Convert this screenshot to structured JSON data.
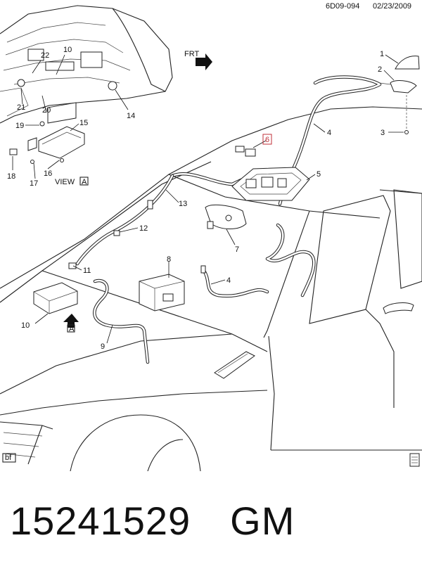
{
  "header": {
    "drawing_id": "6D09-094",
    "date": "02/23/2009"
  },
  "callouts": {
    "c1": "1",
    "c2": "2",
    "c3": "3",
    "c4a": "4",
    "c4b": "4",
    "c5": "5",
    "c6": "6",
    "c7": "7",
    "c8": "8",
    "c9": "9",
    "c10a": "10",
    "c10b": "10",
    "c11": "11",
    "c12": "12",
    "c13": "13",
    "c14": "14",
    "c15": "15",
    "c16": "16",
    "c17": "17",
    "c18": "18",
    "c19": "19",
    "c20": "20",
    "c21": "21",
    "c22": "22"
  },
  "labels": {
    "view": "VIEW",
    "view_letter": "A",
    "arrow_letter": "A",
    "front": "FRT",
    "bf": "bf",
    "book_icon_text": "hdlhb"
  },
  "colors": {
    "highlight_callout": "#c0303a",
    "line": "#222222"
  },
  "footer": {
    "part_number": "15241529",
    "brand": "GM"
  }
}
